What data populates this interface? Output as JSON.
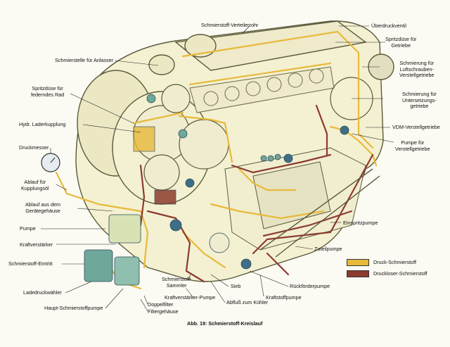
{
  "caption": "Abb. 19: Schmierstoff-Kreislauf",
  "labels": {
    "verteilerrohr": "Schmierstoff-Verteilerrohr",
    "ueberdruckventil": "Überdruckventil",
    "spritzduese_getriebe": [
      "Spritzdüse für",
      "Getriebe"
    ],
    "schmierstelle_anlasser": "Schmierstelle für Anlasser",
    "luftschrauben": [
      "Schmierung für",
      "Luftschrauben-",
      "Verstellgetriebe"
    ],
    "spritzduese_rad": [
      "Spritzdüse für",
      "federndes Rad"
    ],
    "untersetzung": [
      "Schmierung für",
      "Untersetzungs-",
      "getriebe"
    ],
    "laderkupplung": "Hydr. Laderkupplung",
    "vdm": "VDM-Verstellgetriebe",
    "druckmesser": "Druckmesser",
    "pumpe_verstell": [
      "Pumpe für",
      "Verstellgetriebe"
    ],
    "ablauf_kupplung": [
      "Ablauf für",
      "Kupplungsöl"
    ],
    "ablauf_geraete": [
      "Ablauf aus dem",
      "Gerätegehäuse"
    ],
    "pumpe": "Pumpe",
    "einspritzpumpe": "Einspritzpumpe",
    "kraftverstaerker": "Kraftverstärker",
    "zuteilpumpe": "Zuteilpumpe",
    "eintritt": "Schmierstoff-Eintritt",
    "sammler": [
      "Schmierstoff-",
      "Sammler"
    ],
    "sieb": "Sieb",
    "rueckfoerder": "Rückförderpumpe",
    "ladedruck": "Ladedruckwähler",
    "kv_pumpe": "Kraftverstärker-Pumpe",
    "abfluss": "Abfluß zum Kühler",
    "kraftstoffpumpe": "Kraftstoffpumpe",
    "haupt": "Haupt-Schmierstoffpumpe",
    "doppelfilter": "Doppelfilter",
    "filtergehaeuse": "Filtergehäuse"
  },
  "legend": [
    {
      "label": "Druck-Schmierstoff",
      "color": "#e8b93a"
    },
    {
      "label": "Druckloser-Schmierstoff",
      "color": "#8c3b2e"
    }
  ],
  "colors": {
    "engine_fill": "#f4f1d2",
    "engine_stroke": "#5b5a3a",
    "pressure_line": "#e8b93a",
    "return_line": "#8c3b2e",
    "component_green": "#6fa79a",
    "component_blue": "#3d6f86"
  }
}
